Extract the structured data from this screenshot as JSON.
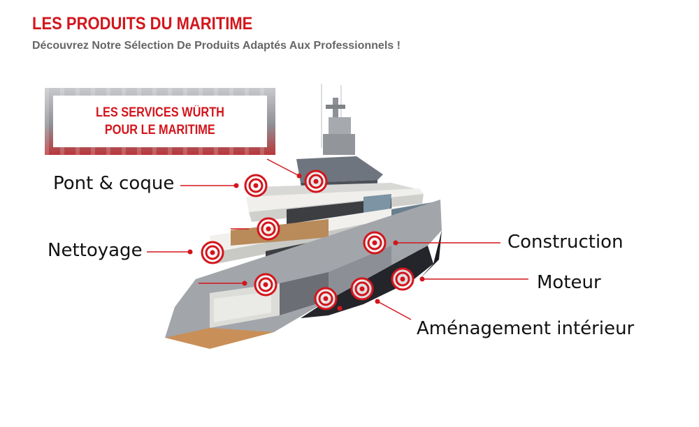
{
  "header": {
    "title": "LES PRODUITS DU MARITIME",
    "subtitle": "Découvrez Notre Sélection De Produits Adaptés Aux Professionnels !"
  },
  "banner": {
    "line1": "LES SERVICES WÜRTH",
    "line2": "POUR LE MARITIME"
  },
  "callouts": {
    "pont": "Pont & coque",
    "nettoyage": "Nettoyage",
    "construction": "Construction",
    "moteur": "Moteur",
    "amenagement": "Aménagement intérieur"
  },
  "colors": {
    "accent": "#d3151c",
    "subtitle": "#666666",
    "hull_dark": "#23252b",
    "hull_grey": "#9ea1a6",
    "deck_white": "#ededeb",
    "teak": "#c98f58"
  }
}
